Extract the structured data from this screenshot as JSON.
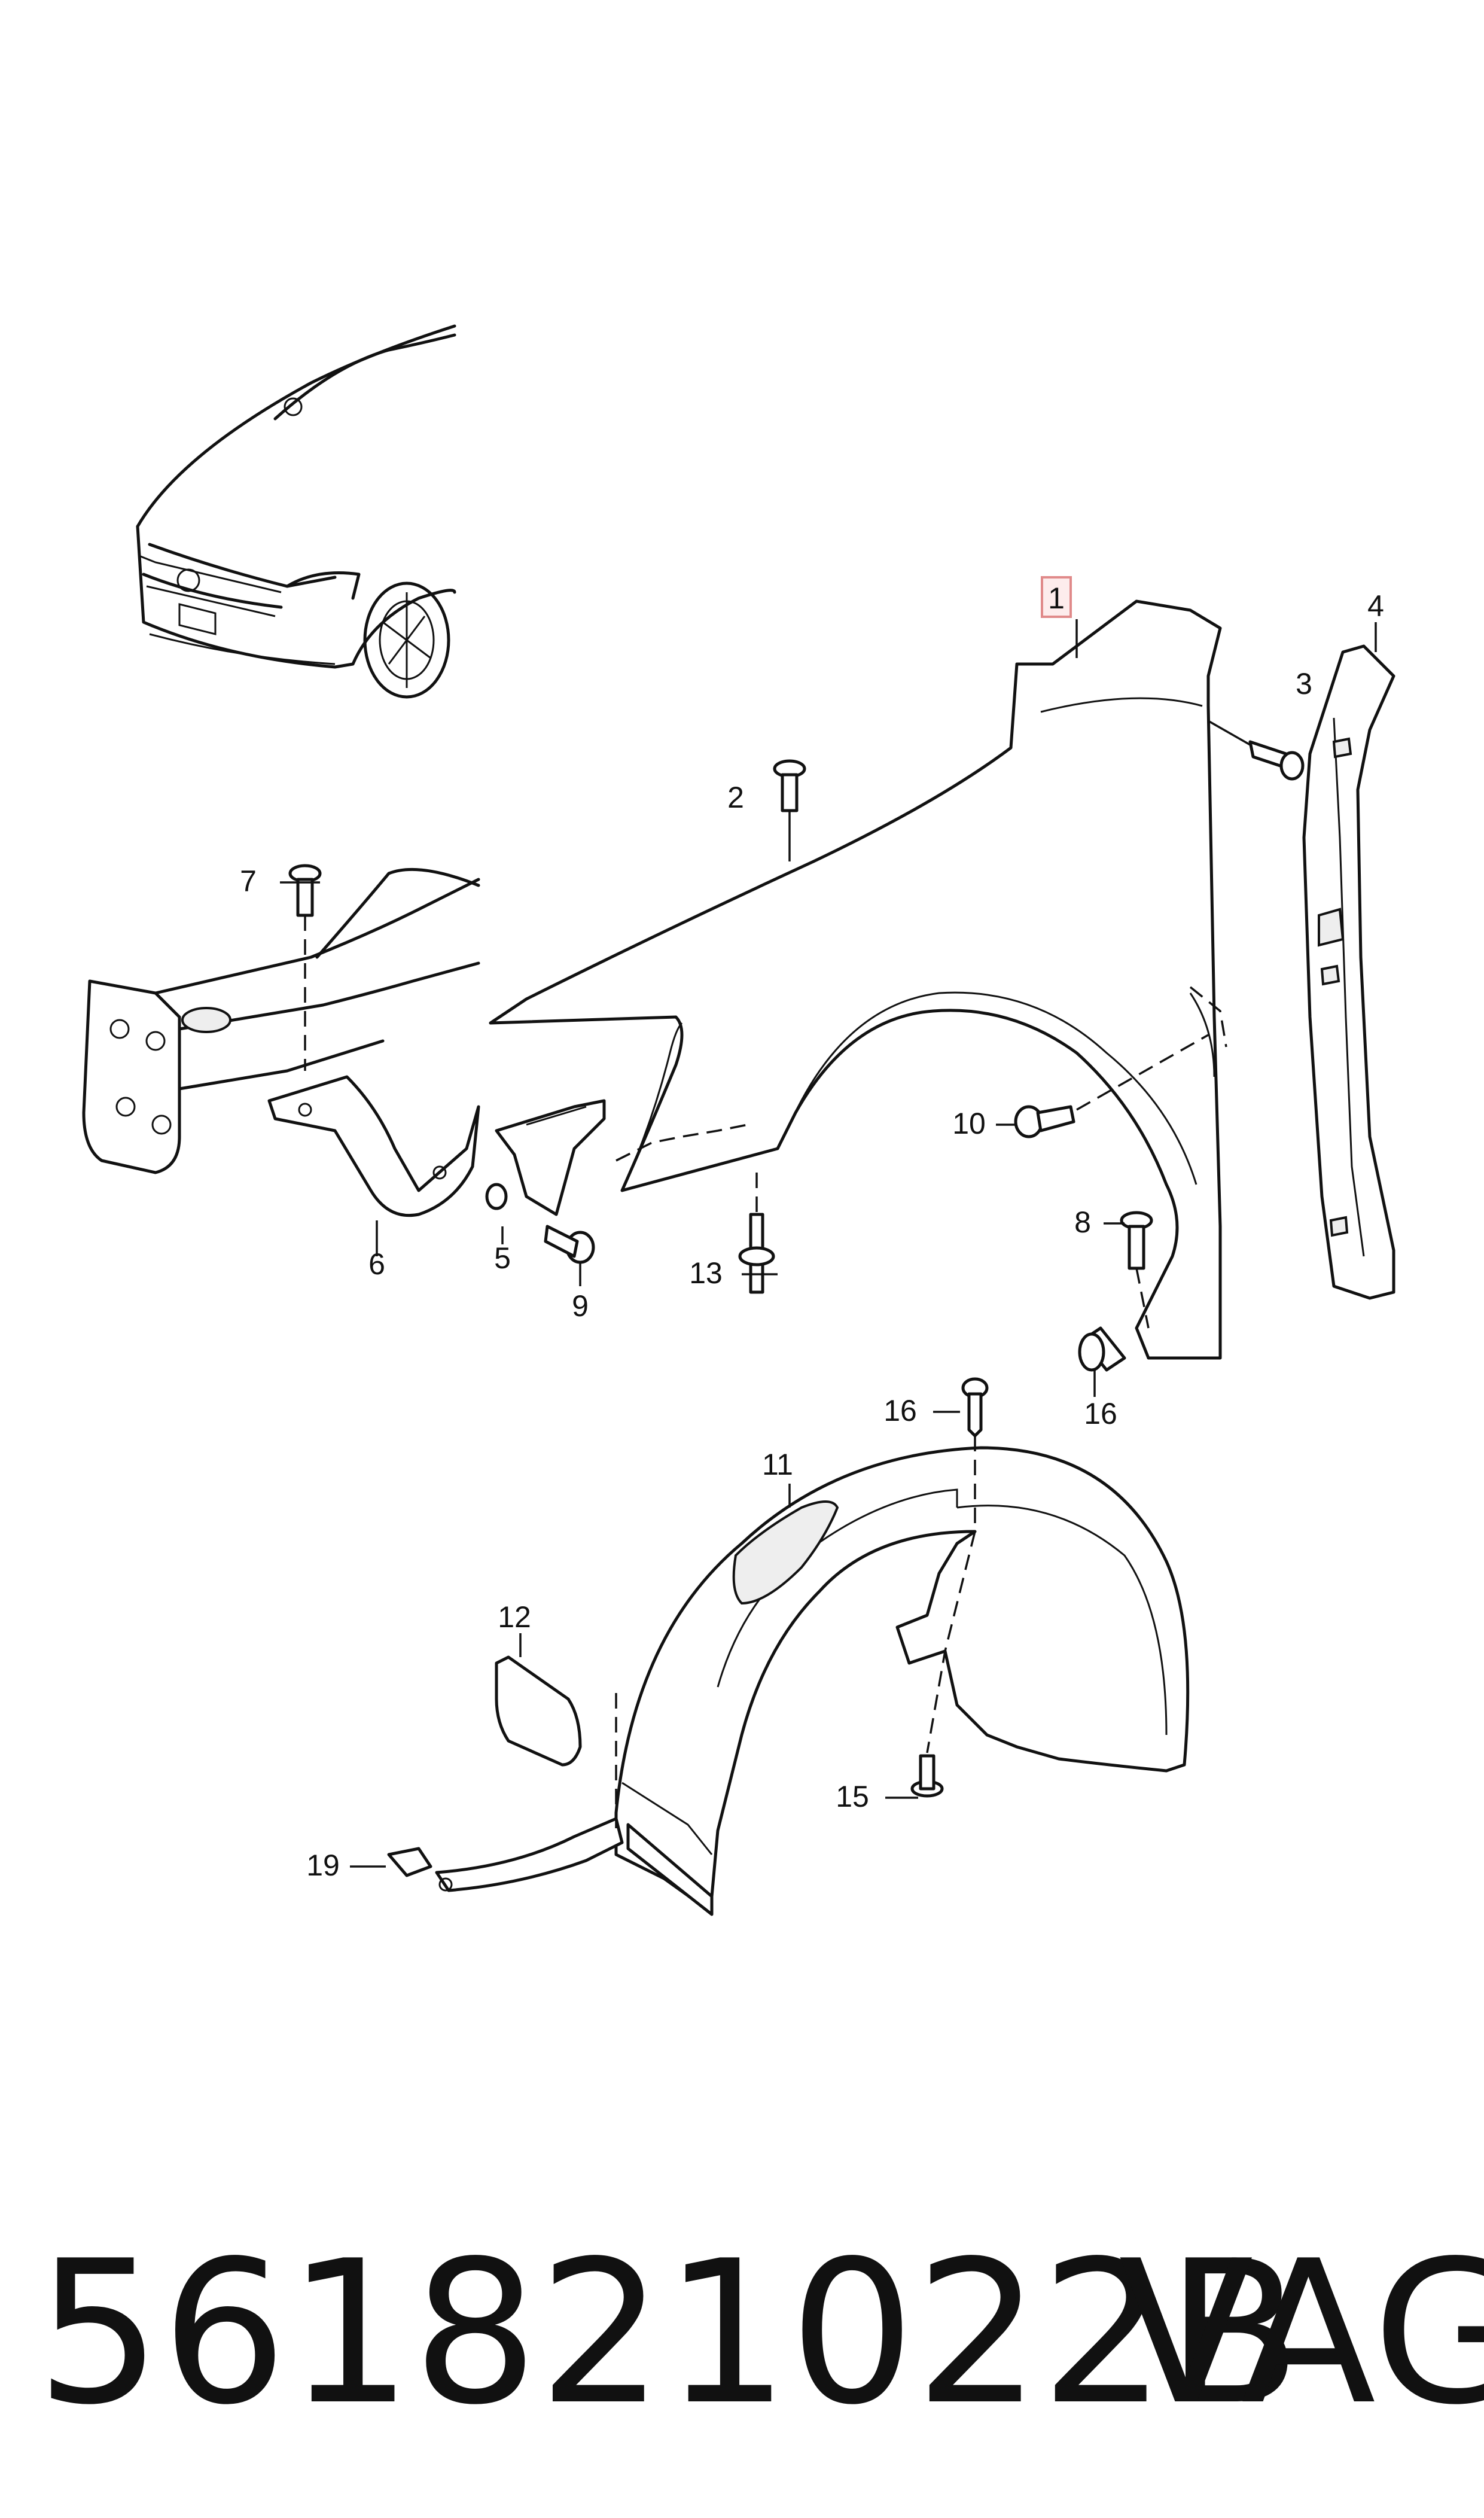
{
  "diagram": {
    "callouts": [
      {
        "id": "c1",
        "label": "1",
        "highlighted": true
      },
      {
        "id": "c2",
        "label": "2"
      },
      {
        "id": "c3",
        "label": "3"
      },
      {
        "id": "c4",
        "label": "4"
      },
      {
        "id": "c5",
        "label": "5"
      },
      {
        "id": "c6",
        "label": "6"
      },
      {
        "id": "c7",
        "label": "7"
      },
      {
        "id": "c8",
        "label": "8"
      },
      {
        "id": "c9",
        "label": "9"
      },
      {
        "id": "c10",
        "label": "10"
      },
      {
        "id": "c11",
        "label": "11"
      },
      {
        "id": "c12",
        "label": "12"
      },
      {
        "id": "c13",
        "label": "13"
      },
      {
        "id": "c15",
        "label": "15"
      },
      {
        "id": "c16a",
        "label": "16"
      },
      {
        "id": "c16b",
        "label": "16"
      },
      {
        "id": "c19",
        "label": "19"
      }
    ],
    "highlight_color": "#fdecec"
  },
  "footer": {
    "part_number": "561821022B",
    "brand": "VAG"
  }
}
